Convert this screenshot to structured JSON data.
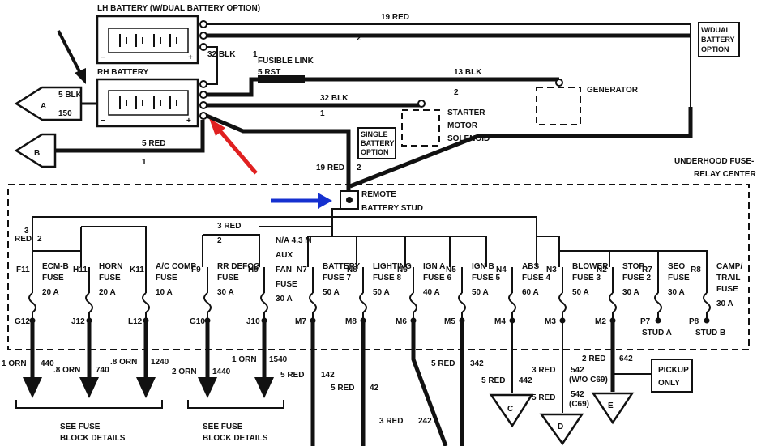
{
  "batteries": {
    "lh_title": "LH BATTERY (W/DUAL BATTERY OPTION)",
    "rh_title": "RH BATTERY",
    "neg": "−",
    "pos": "+"
  },
  "wires_top": {
    "w19red": "19 RED",
    "w2a": "2",
    "w32blk_a": "32 BLK",
    "w1a": "1",
    "fusible_link": "FUSIBLE LINK",
    "w5rst": "5 RST",
    "w13blk": "13 BLK",
    "w2b": "2",
    "generator": "GENERATOR",
    "w32blk_b": "32 BLK",
    "w1b": "1",
    "starter": [
      "STARTER",
      "MOTOR",
      "SOLENOID"
    ],
    "single_battery": [
      "SINGLE",
      "BATTERY",
      "OPTION"
    ],
    "dual_battery": [
      "W/DUAL",
      "BATTERY",
      "OPTION"
    ],
    "w5blk": "5 BLK",
    "w150": "150",
    "w5red": "5 RED",
    "w1c": "1",
    "w19red_b": "19 RED",
    "w2c": "2"
  },
  "connectors": {
    "a": "A",
    "b": "B",
    "c": "C",
    "d": "D",
    "e": "E"
  },
  "relay_center": {
    "title": [
      "UNDERHOOD FUSE-",
      "RELAY CENTER"
    ],
    "remote": "REMOTE",
    "battery_stud": "BATTERY STUD",
    "w3red_a": "3",
    "w3red_b": "RED",
    "w2d": "2",
    "w3red_c": "3 RED",
    "w2e": "2",
    "aux": [
      "N/A 4.3 M",
      "AUX",
      "FAN",
      "FUSE",
      "30 A"
    ]
  },
  "fuses": [
    {
      "pin_top": "F11",
      "name": [
        "ECM-B",
        "FUSE"
      ],
      "rating": "20 A",
      "pin_bot": "G12"
    },
    {
      "pin_top": "H11",
      "name": [
        "HORN",
        "FUSE"
      ],
      "rating": "20 A",
      "pin_bot": "J12"
    },
    {
      "pin_top": "K11",
      "name": [
        "A/C COMP",
        "FUSE"
      ],
      "rating": "10 A",
      "pin_bot": "L12"
    },
    {
      "pin_top": "F9",
      "name": [
        "RR DEFOG",
        "FUSE"
      ],
      "rating": "30 A",
      "pin_bot": "G10"
    },
    {
      "pin_top": "H9",
      "name": [
        "",
        ""
      ],
      "rating": "",
      "pin_bot": "J10"
    },
    {
      "pin_top": "N7",
      "name": [
        "BATTERY",
        "FUSE 7"
      ],
      "rating": "50 A",
      "pin_bot": "M7"
    },
    {
      "pin_top": "N8",
      "name": [
        "LIGHTING",
        "FUSE 8"
      ],
      "rating": "50 A",
      "pin_bot": "M8"
    },
    {
      "pin_top": "N6",
      "name": [
        "IGN A",
        "FUSE 6"
      ],
      "rating": "40 A",
      "pin_bot": "M6"
    },
    {
      "pin_top": "N5",
      "name": [
        "IGN B",
        "FUSE 5"
      ],
      "rating": "50 A",
      "pin_bot": "M5"
    },
    {
      "pin_top": "N4",
      "name": [
        "ABS",
        "FUSE 4"
      ],
      "rating": "60 A",
      "pin_bot": "M4"
    },
    {
      "pin_top": "N3",
      "name": [
        "BLOWER",
        "FUSE 3"
      ],
      "rating": "50 A",
      "pin_bot": "M3"
    },
    {
      "pin_top": "N2",
      "name": [
        "STOP",
        "FUSE 2"
      ],
      "rating": "30 A",
      "pin_bot": "M2"
    },
    {
      "pin_top": "R7",
      "name": [
        "SEO",
        "FUSE"
      ],
      "rating": "30 A",
      "pin_bot": "P7"
    },
    {
      "pin_top": "R8",
      "name": [
        "CAMP/",
        "TRAIL",
        "FUSE"
      ],
      "rating": "30 A",
      "pin_bot": "P8"
    }
  ],
  "studs": {
    "a": "STUD A",
    "b": "STUD B"
  },
  "bottom_wires": {
    "orn1": "1 ORN",
    "c440": "440",
    "orn8a": ".8 ORN",
    "c740": "740",
    "orn8b": ".8 ORN",
    "c1240": "1240",
    "orn2": "2 ORN",
    "c1440": "1440",
    "orn1b": "1 ORN",
    "c1540": "1540",
    "red5a": "5 RED",
    "c142": "142",
    "red5b": "5 RED",
    "c42": "42",
    "red3": "3 RED",
    "c242": "242",
    "red5c": "5 RED",
    "c342": "342",
    "red5d": "5 RED",
    "c442": "442",
    "red3b": "3 RED",
    "c542": "542",
    "wo_c69": "(W/O C69)",
    "red5e": "5 RED",
    "c542b": "542",
    "c69": "(C69)",
    "red2": "2 RED",
    "c642": "642",
    "pickup": [
      "PICKUP",
      "ONLY"
    ]
  },
  "see_fuse": [
    [
      "SEE FUSE",
      "BLOCK DETAILS"
    ],
    [
      "SEE FUSE",
      "BLOCK DETAILS"
    ]
  ],
  "colors": {
    "red_arrow": "#e02020",
    "blue_arrow": "#1530d0",
    "ink": "#111111"
  }
}
